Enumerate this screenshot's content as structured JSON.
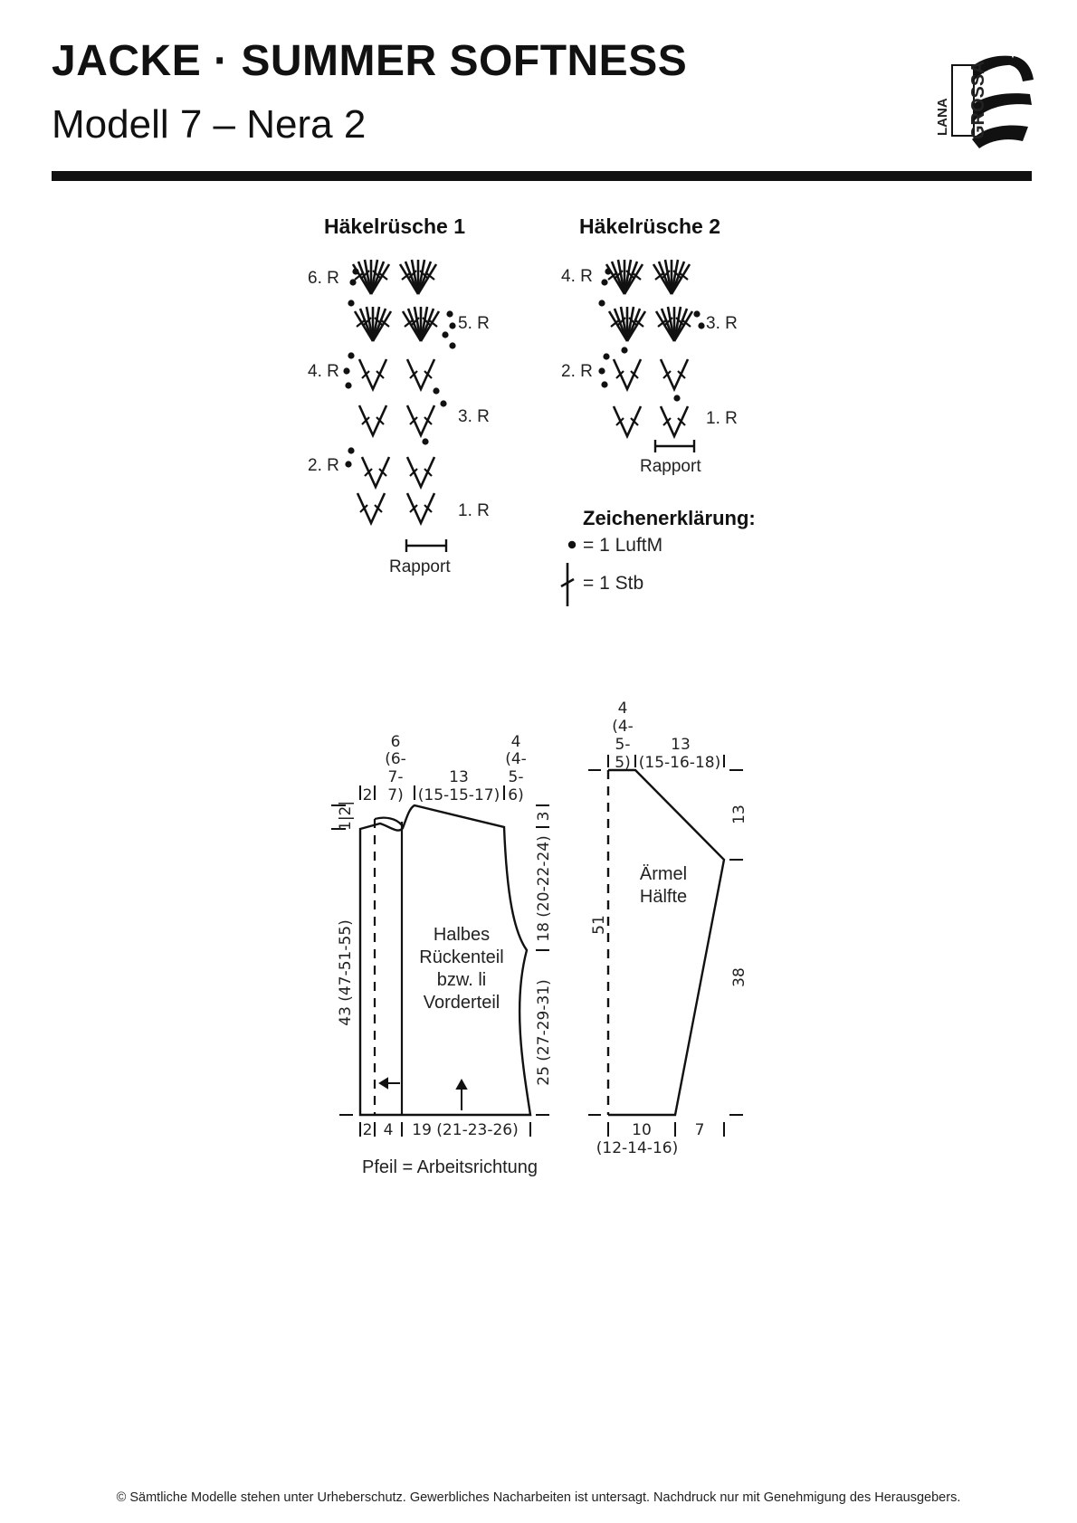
{
  "header": {
    "title": "JACKE · SUMMER SOFTNESS",
    "subtitle": "Modell 7 – Nera 2",
    "logo_text": [
      "LANA",
      "GROSSA"
    ]
  },
  "chart1": {
    "title": "Häkelrüsche 1",
    "rows": [
      "6. R",
      "5. R",
      "4. R",
      "3. R",
      "2. R",
      "1. R"
    ],
    "repeat_label": "Rapport"
  },
  "chart2": {
    "title": "Häkelrüsche 2",
    "rows": [
      "4. R",
      "3. R",
      "2. R",
      "1. R"
    ],
    "repeat_label": "Rapport"
  },
  "legend": {
    "title": "Zeichenerklärung:",
    "items": [
      {
        "symbol": "chain-dot",
        "label": "= 1 LuftM"
      },
      {
        "symbol": "treble-stitch",
        "label": "= 1 Stb"
      }
    ]
  },
  "back_schematic": {
    "label_lines": [
      "Halbes",
      "Rückenteil",
      "bzw. li",
      "Vorderteil"
    ],
    "top_dims": {
      "edge": "2",
      "neck_lines": [
        "6",
        "(6-",
        "7-",
        "7)"
      ],
      "shoulder": "13",
      "shoulder_sizes": "(15-15-17)",
      "armhole_lines": [
        "4",
        "(4-",
        "5-",
        "6)"
      ]
    },
    "left_top": "1|2|",
    "left_height": "43 (47-51-55)",
    "right_dims": [
      "3",
      "18 (20-22-24)",
      "25 (27-29-31)"
    ],
    "bottom_dims": [
      "2",
      "4",
      "19 (21-23-26)"
    ],
    "arrow_note": "Pfeil = Arbeitsrichtung"
  },
  "sleeve_schematic": {
    "label_lines": [
      "Ärmel",
      "Hälfte"
    ],
    "top_dims": {
      "left_lines": [
        "4",
        "(4-",
        "5-",
        "5)"
      ],
      "right": "13",
      "right_sizes": "(15-16-18)"
    },
    "left_height": "51",
    "right_dims": [
      "13",
      "38"
    ],
    "bottom_dims": [
      "10",
      "(12-14-16)",
      "7"
    ]
  },
  "footer": {
    "copyright": "© Sämtliche Modelle stehen unter Urheberschutz. Gewerbliches Nacharbeiten ist untersagt. Nachdruck nur mit Genehmigung des Herausgebers."
  }
}
